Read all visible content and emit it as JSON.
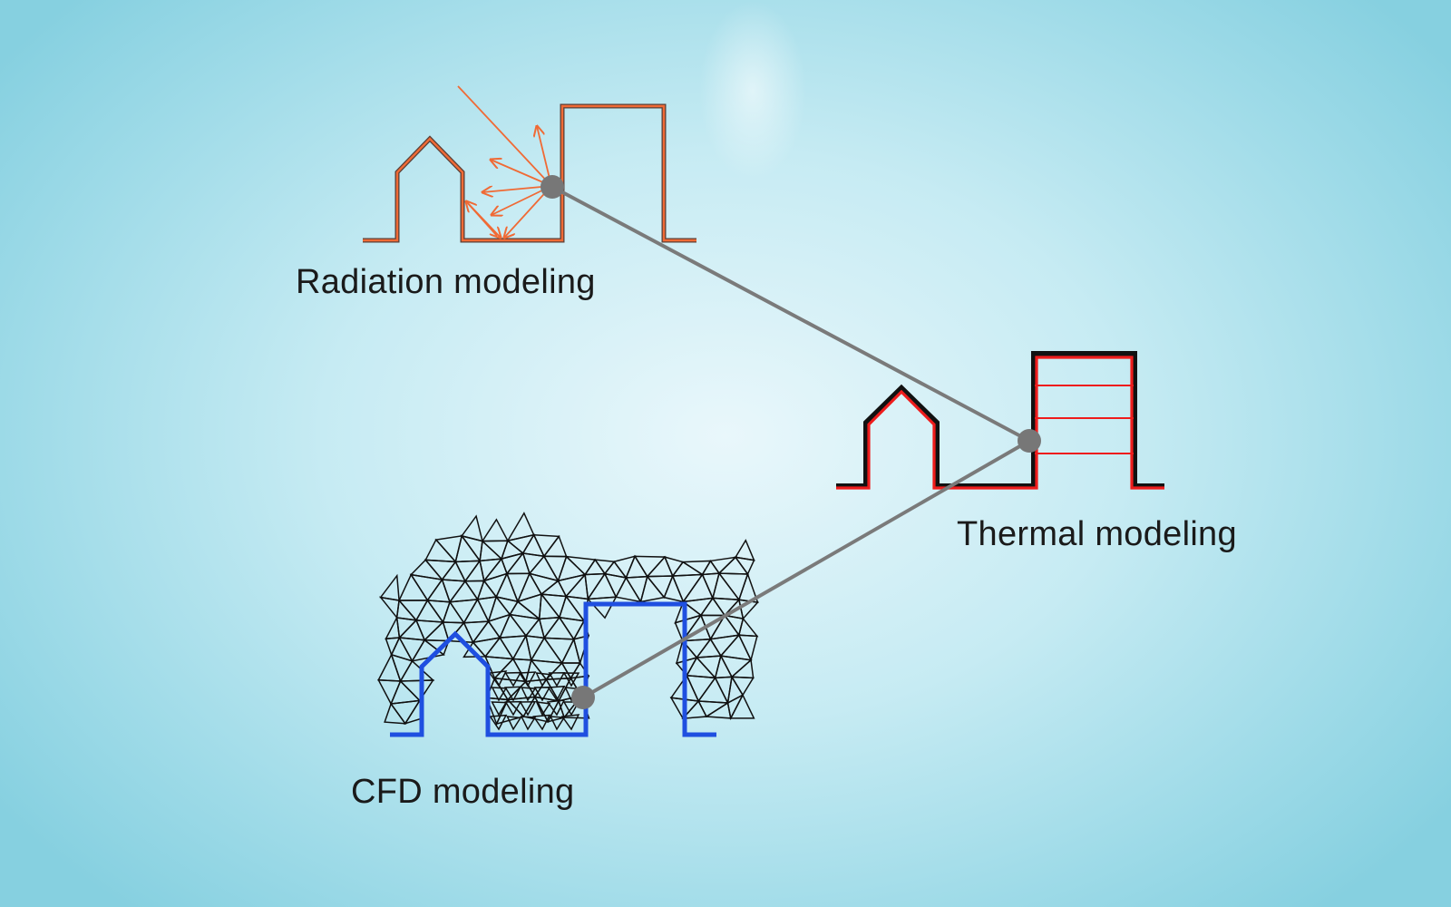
{
  "labels": {
    "radiation": "Radiation modeling",
    "thermal": "Thermal modeling",
    "cfd": "CFD modeling"
  },
  "colors": {
    "radiation": "#f06a35",
    "thermal": "#ee1c1c",
    "cfd": "#1f4fe0",
    "connector": "#7a7a7a",
    "mesh": "#111111"
  }
}
